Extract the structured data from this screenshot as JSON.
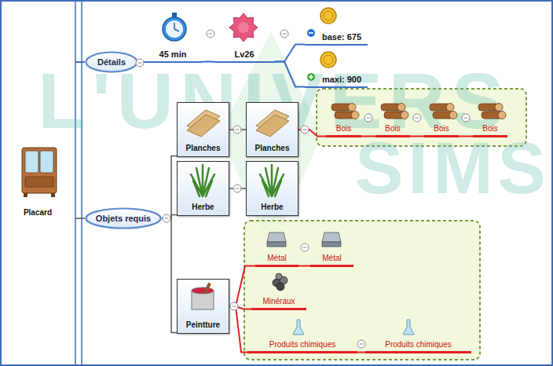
{
  "diagram": {
    "nodes": [
      {
        "text": [
          "Placard"
        ]
      },
      {
        "text": [
          "Détails"
        ]
      },
      {
        "text": [
          "45 min"
        ]
      },
      {
        "text": [
          "Lv26"
        ]
      },
      {
        "text": [
          "base: 675"
        ]
      },
      {
        "text": [
          "maxi: 900"
        ]
      },
      {
        "text": [
          "Objets requis"
        ]
      },
      {
        "text": [
          "Planches"
        ]
      },
      {
        "text": [
          "Planches"
        ]
      },
      {
        "text": [
          "Bois"
        ]
      },
      {
        "text": [
          "Bois"
        ]
      },
      {
        "text": [
          "Bois"
        ]
      },
      {
        "text": [
          "Bois"
        ]
      },
      {
        "text": [
          "Herbe"
        ]
      },
      {
        "text": [
          "Herbe"
        ]
      },
      {
        "text": [
          "Peintture"
        ]
      },
      {
        "text": [
          "Métal"
        ]
      },
      {
        "text": [
          "Métal"
        ]
      },
      {
        "text": [
          "Minéraux"
        ]
      },
      {
        "text": [
          "Produits chimiques"
        ]
      },
      {
        "text": [
          "Produits chimiques"
        ]
      }
    ],
    "edges": [
      {
        "from": 0,
        "to": 1,
        "arrow": "none"
      },
      {
        "from": 0,
        "to": 6,
        "arrow": "none"
      },
      {
        "from": 1,
        "to": 2,
        "arrow": "none"
      },
      {
        "from": 2,
        "to": 3,
        "arrow": "none"
      },
      {
        "from": 3,
        "to": 4,
        "arrow": "none"
      },
      {
        "from": 3,
        "to": 5,
        "arrow": "none"
      },
      {
        "from": 6,
        "to": 7,
        "arrow": "none"
      },
      {
        "from": 6,
        "to": 13,
        "arrow": "none"
      },
      {
        "from": 6,
        "to": 15,
        "arrow": "none"
      },
      {
        "from": 7,
        "to": 8,
        "arrow": "none"
      },
      {
        "from": 13,
        "to": 14,
        "arrow": "none"
      },
      {
        "from": 8,
        "to": 9,
        "arrow": "none"
      },
      {
        "from": 9,
        "to": 10,
        "arrow": "none"
      },
      {
        "from": 10,
        "to": 11,
        "arrow": "none"
      },
      {
        "from": 11,
        "to": 12,
        "arrow": "none"
      },
      {
        "from": 15,
        "to": 16,
        "arrow": "none"
      },
      {
        "from": 15,
        "to": 18,
        "arrow": "none"
      },
      {
        "from": 15,
        "to": 19,
        "arrow": "none"
      },
      {
        "from": 16,
        "to": 17,
        "arrow": "none"
      },
      {
        "from": 19,
        "to": 20,
        "arrow": "none"
      }
    ],
    "labels": [
      "L'UNIVERS",
      "SIMS"
    ]
  }
}
